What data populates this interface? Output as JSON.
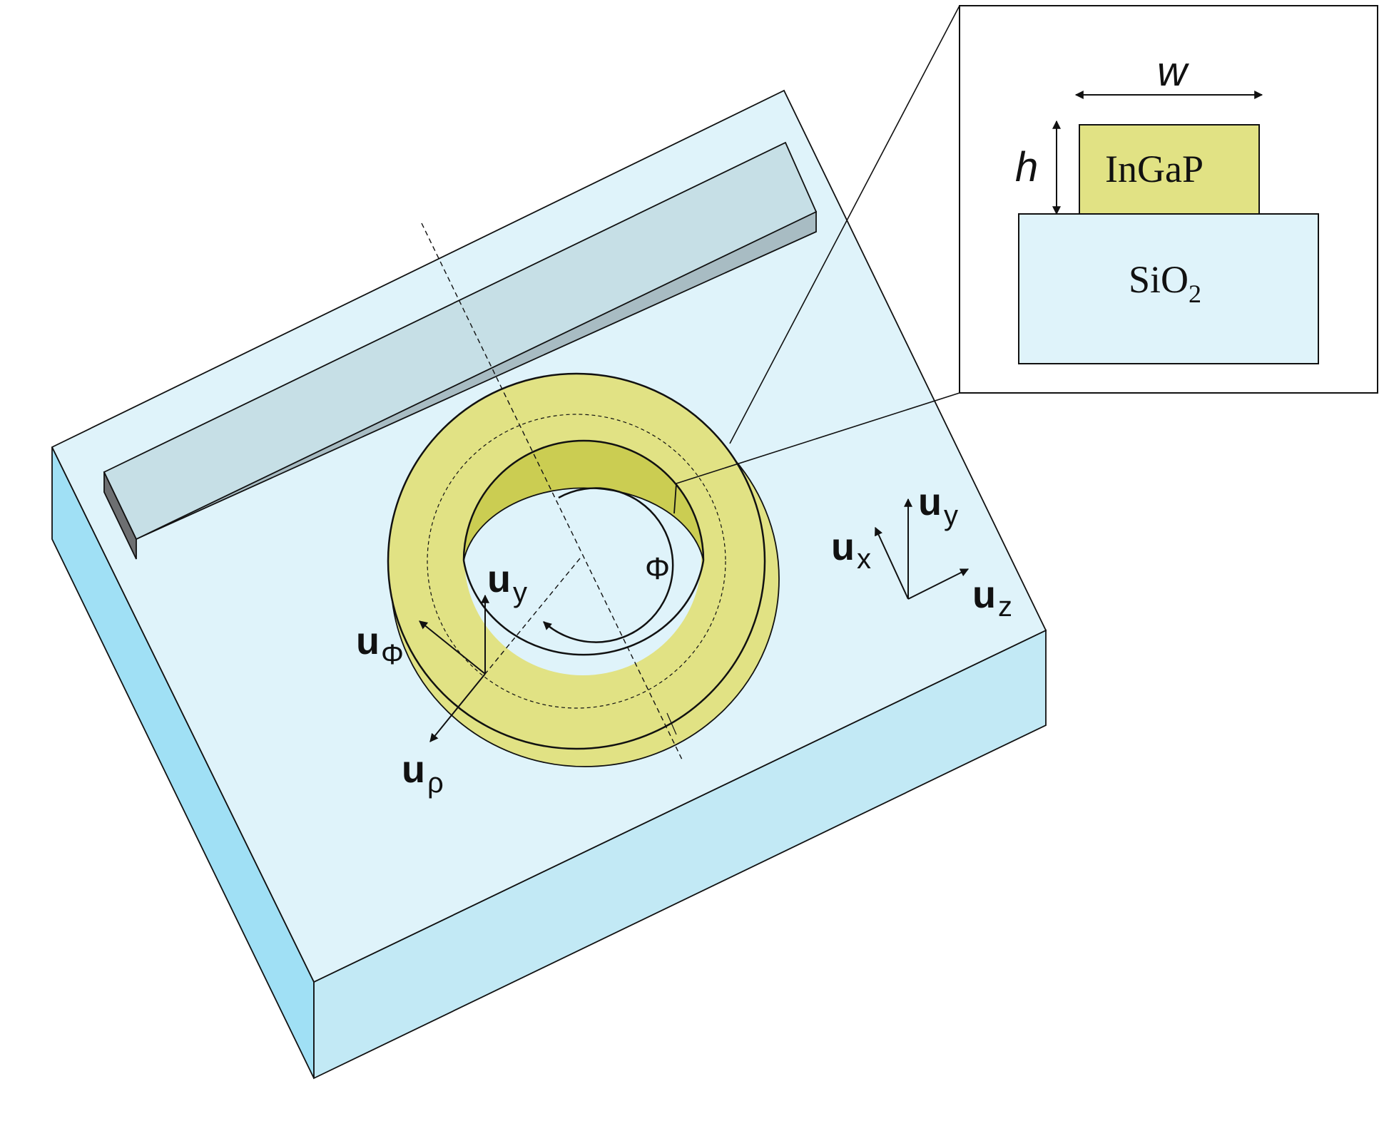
{
  "colors": {
    "substrate_top": "#dff3fa",
    "substrate_left": "#a0e0f5",
    "substrate_front": "#c2e9f5",
    "waveguide_top": "#c6dfe6",
    "waveguide_side": "#a8bcc3",
    "waveguide_end": "#6d6f71",
    "ring": "#e1e284",
    "ring_inner_wall": "#cbcd52",
    "inset_ingap": "#e1e284",
    "inset_sio2": "#dff3fa",
    "stroke": "#111111"
  },
  "ring_labels": {
    "uy": {
      "main": "u",
      "sub": "y"
    },
    "uphi": {
      "main": "u",
      "sub": "Φ"
    },
    "urho": {
      "main": "u",
      "sub": "ρ"
    },
    "phi": "Φ"
  },
  "axes_labels": {
    "ux": {
      "main": "u",
      "sub": "x"
    },
    "uy": {
      "main": "u",
      "sub": "y"
    },
    "uz": {
      "main": "u",
      "sub": "z"
    }
  },
  "inset": {
    "w_label": "w",
    "h_label": "h",
    "top_material": "InGaP",
    "bottom_material": {
      "main": "SiO",
      "sub": "2"
    }
  }
}
